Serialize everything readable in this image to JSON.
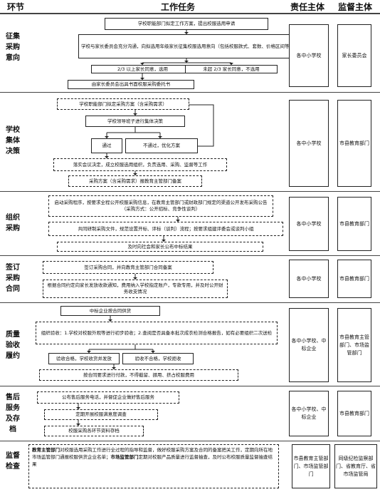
{
  "headers": {
    "stage": "环节",
    "task": "工作任务",
    "responsible": "责任主体",
    "supervisor": "监督主体"
  },
  "sections": [
    {
      "stage": "征集采购意向",
      "tasks": [
        "学校职能部门拟定工作方案，提出校服选用申请",
        "学校与家长委员会充分沟通，向拟选用年级家长征集校服选用意向（包括校服款式、套数、价格区间等）",
        "2/3 以上家长同意，选用",
        "未超 2/3 家长同意，不选用",
        "由家长委员会出具书面校服采购委托书"
      ],
      "responsible": "各中小学校",
      "supervisor": "家长委员会"
    },
    {
      "stage": "学校集体决策",
      "tasks": [
        "学校职能部门拟定采购方案（含采购需求）",
        "学校领导班子进行集体决策",
        "通过",
        "不通过，优化方案",
        "落实会议决定，成立校服选用组织，负责选用、采购、监督等工作",
        "采购方案（含采购需求）报教育主管部门备案"
      ],
      "responsible": "各中小学校",
      "supervisor": "市县教育部门"
    },
    {
      "stage": "组织采购",
      "tasks": [
        "启动采购程序，按要求全程公开校服采购信息，在教育主管部门或财政部门规定的渠道公开发布采购公告（采购方式：公开招标、竞争性谈判）",
        "共同研制采购文件，规范设置开标、评标（谈判）流程；按要求组建评委会或谈判小组",
        "及时向社会和家长公布中标结果"
      ],
      "responsible": "各中小学校",
      "supervisor": "市县教育部门"
    },
    {
      "stage": "签订采购合同",
      "tasks": [
        "签订采购合同，并向教育主管部门合同备案",
        "根据合同约定向家长发放收款通知，费用纳入学校指定账户，专款专用，并及时公开财务收支情况"
      ],
      "responsible": "各中小学校",
      "supervisor": "市县教育部门"
    },
    {
      "stage": "质量验收履约",
      "tasks": [
        "中标企业按合同供货",
        "组织验收：1.学校对校服外观等进行初步验收；2.查阅是否具备本批次成衣检测合格报告，如有必要组织二次送检",
        "验收合格，学校收货并发放",
        "验收不合格，学校拒收",
        "按合同要求进行付款，不得截留、挪用、挤占校服费用"
      ],
      "responsible": "各中小学校、中标企业",
      "supervisor": "市县教育主管部门、市场监管部门"
    },
    {
      "stage": "售后服务及存档",
      "tasks": [
        "公布售后服务电话，并督促企业做好售后服务",
        "定期开展校服满意度调查",
        "校服采购各环节资料存档"
      ],
      "responsible": "各中小学校、中标企业",
      "supervisor": "市县教育部门"
    },
    {
      "stage": "监督检查",
      "note": {
        "org1": "教育主管部门",
        "text1": "对校服选用采购工作进行全过程的指导和监督，做好校服采购方案及合同的备案把关工作，定期向所在地市场监管部门通报校服供货企业名单；",
        "org2": "市场监管部门",
        "text2": "定期对校服产品质量进行监督抽查，及时公布校服质量监督抽查结果"
      },
      "responsible": "市县教育主管部门、市场监管部门",
      "supervisor": "同级纪检监察部门、省教育厅、省市场监管局"
    }
  ]
}
